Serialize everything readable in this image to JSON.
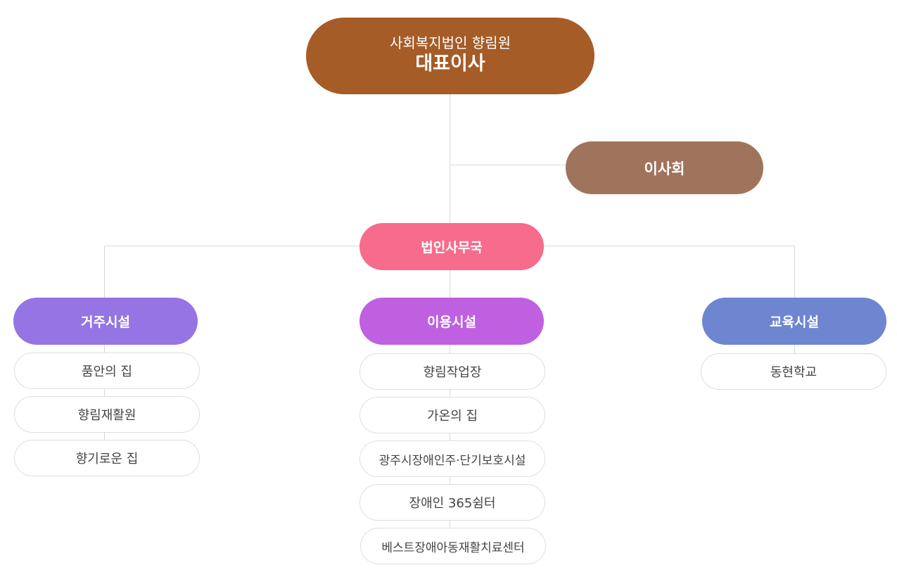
{
  "root": {
    "org": "사회복지법인 향림원",
    "title": "대표이사"
  },
  "board": {
    "label": "이사회"
  },
  "office": {
    "label": "법인사무국"
  },
  "categories": [
    {
      "label": "거주시설",
      "facilities": [
        "품안의 집",
        "향림재활원",
        "향기로운 집"
      ]
    },
    {
      "label": "이용시설",
      "facilities": [
        "향림작업장",
        "가온의 집",
        "광주시장애인주·단기보호시설",
        "장애인 365쉼터",
        "베스트장애아동재활치료센터"
      ]
    },
    {
      "label": "교육시설",
      "facilities": [
        "동현학교"
      ]
    }
  ],
  "colors": {
    "root": "#a55c27",
    "board": "#a0735c",
    "office": "#f76b8b",
    "residential": "#9575e3",
    "usage": "#bf60e0",
    "education": "#6e86d0",
    "connector": "#d9d9d9",
    "facility_border": "#dedede",
    "facility_text": "#444444"
  }
}
